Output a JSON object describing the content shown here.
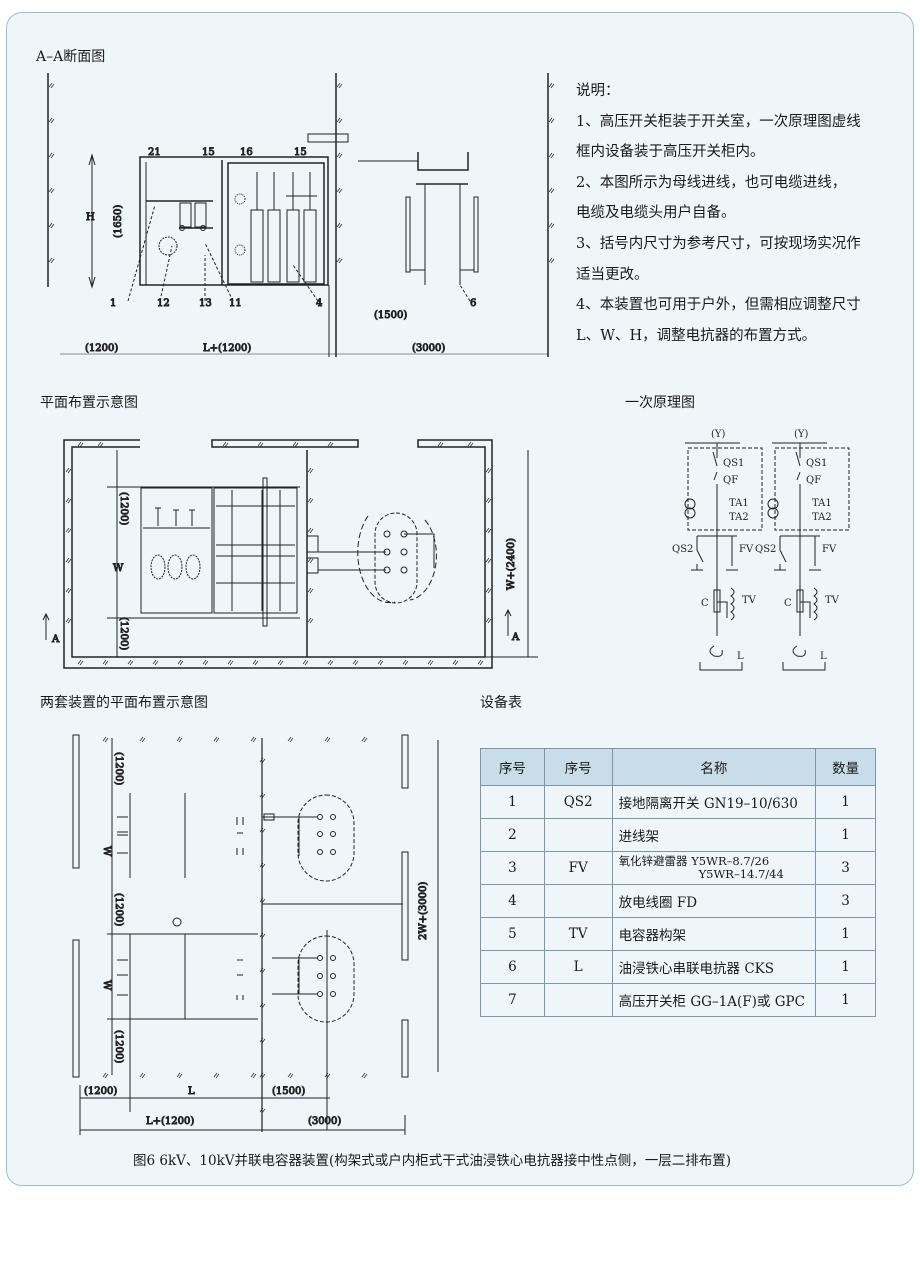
{
  "titles": {
    "section_aa": "A–A断面图",
    "plan": "平面布置示意图",
    "schematic": "一次原理图",
    "two_sets_plan": "两套装置的平面布置示意图",
    "equipment_table": "设备表"
  },
  "notes": {
    "heading": "说明：",
    "lines": [
      "1、高压开关柜装于开关室，一次原理图虚线",
      "框内设备装于高压开关柜内。",
      "2、本图所示为母线进线，也可电缆进线，",
      "电缆及电缆头用户自备。",
      "3、括号内尺寸为参考尺寸，可按现场实况作",
      "适当更改。",
      "4、本装置也可用于户外，但需相应调整尺寸",
      "L、W、H，调整电抗器的布置方式。"
    ]
  },
  "section_aa": {
    "dim_h": "H",
    "dim_1650": "(1650)",
    "dim_1200": "(1200)",
    "dim_l1200": "L+(1200)",
    "dim_1500": "(1500)",
    "dim_3000": "(3000)",
    "top_tags": [
      "21",
      "15",
      "16",
      "15"
    ],
    "part_tags": [
      "1",
      "12",
      "13",
      "11",
      "4",
      "6"
    ]
  },
  "plan": {
    "dim_top": "(1200)",
    "dim_w": "W",
    "dim_bottom": "(1200)",
    "dim_total": "W+(2400)",
    "section_mark": "A"
  },
  "schematic": {
    "circuits": [
      {
        "bus": "(Y)",
        "qs1": "QS1",
        "qf": "QF",
        "ta1": "TA1",
        "ta2": "TA2",
        "qs2": "QS2",
        "fv": "FV",
        "c": "C",
        "tv": "TV",
        "l": "L"
      },
      {
        "bus": "(Y)",
        "qs1": "QS1",
        "qf": "QF",
        "ta1": "TA1",
        "ta2": "TA2",
        "qs2": "QS2",
        "fv": "FV",
        "c": "C",
        "tv": "TV",
        "l": "L"
      }
    ]
  },
  "two_sets": {
    "left_dims": [
      "(1200)",
      "W",
      "(1200)",
      "W",
      "(1200)"
    ],
    "dim_total": "2W+(3000)",
    "bottom_dims_1": [
      "(1200)",
      "L",
      "(1500)"
    ],
    "bottom_dims_2": [
      "L+(1200)",
      "(3000)"
    ]
  },
  "table": {
    "headers": [
      "序号",
      "序号",
      "名称",
      "数量"
    ],
    "rows": [
      {
        "no": "1",
        "code": "QS2",
        "name": "接地隔离开关 GN19–10/630",
        "qty": "1"
      },
      {
        "no": "2",
        "code": "",
        "name": "进线架",
        "qty": "1"
      },
      {
        "no": "3",
        "code": "FV",
        "name": "氧化锌避雷器 Y5WR–8.7/26",
        "name2": "Y5WR–14.7/44",
        "qty": "3"
      },
      {
        "no": "4",
        "code": "",
        "name": "放电线圈 FD",
        "qty": "3"
      },
      {
        "no": "5",
        "code": "TV",
        "name": "电容器构架",
        "qty": "1"
      },
      {
        "no": "6",
        "code": "L",
        "name": "油浸铁心串联电抗器 CKS",
        "qty": "1"
      },
      {
        "no": "7",
        "code": "",
        "name": "高压开关柜 GG–1A(F)或 GPC",
        "qty": "1"
      }
    ]
  },
  "caption": "图6 6kV、10kV并联电容器装置(构架式或户内柜式干式油浸铁心电抗器接中性点侧，一层二排布置)",
  "colors": {
    "panel_bg": "#eef6fa",
    "panel_border": "#9fbccd",
    "table_header": "#c9dcea",
    "line": "#222222"
  }
}
